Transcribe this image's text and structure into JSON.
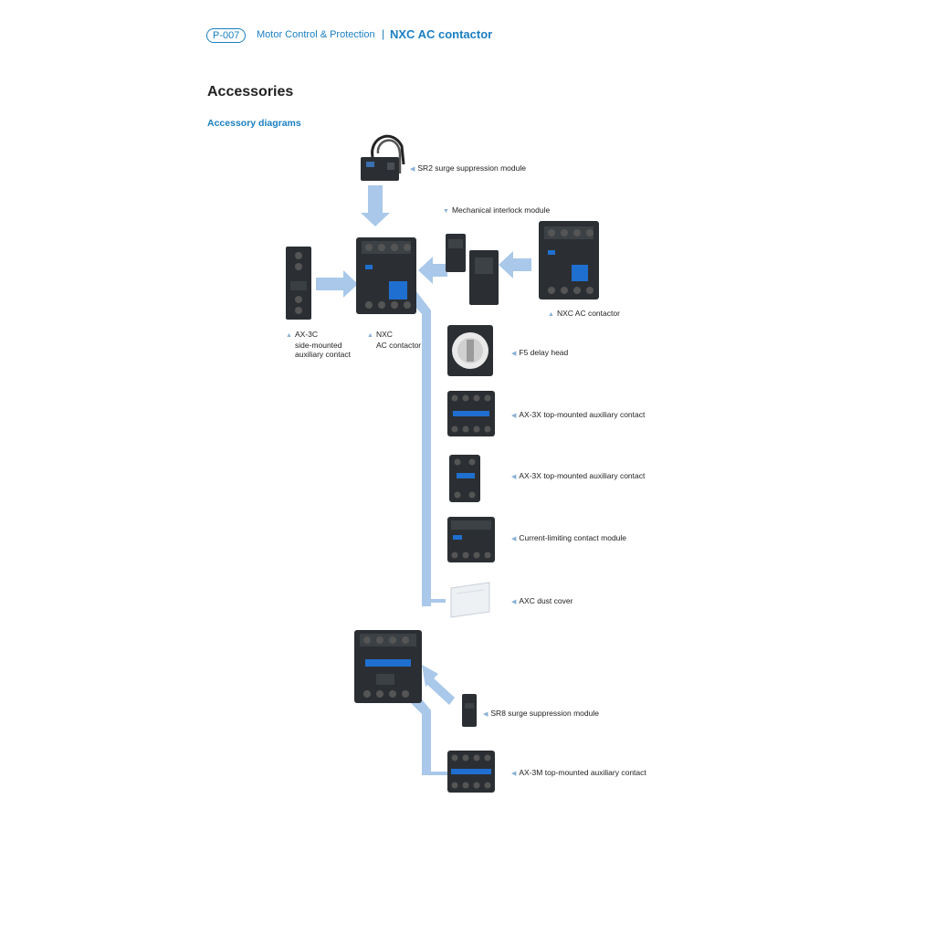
{
  "header": {
    "page_code": "P-007",
    "section": "Motor Control & Protection",
    "separator": "|",
    "product": "NXC AC contactor"
  },
  "page_title": "Accessories",
  "subtitle": "Accessory diagrams",
  "labels": {
    "sr2": "SR2 surge suppression module",
    "interlock": "Mechanical interlock module",
    "nxc_right": "NXC AC contactor",
    "ax3c_line1": "AX-3C",
    "ax3c_line2": "side-mounted",
    "ax3c_line3": "auxiliary contact",
    "nxc_center_line1": "NXC",
    "nxc_center_line2": "AC contactor",
    "f5": "F5 delay head",
    "ax3x_1": "AX-3X top-mounted auxiliary contact",
    "ax3x_2": "AX-3X top-mounted auxiliary contact",
    "current_limiting": "Current-limiting contact module",
    "axc": "AXC dust cover",
    "sr8": "SR8 surge suppression module",
    "ax3m": "AX-3M top-mounted auxiliary contact"
  },
  "colors": {
    "brand_blue": "#1a7fc1",
    "arrow_blue": "#a9c8ea",
    "device_dark": "#2b2f33",
    "terminal_blue": "#1f6fd0"
  }
}
